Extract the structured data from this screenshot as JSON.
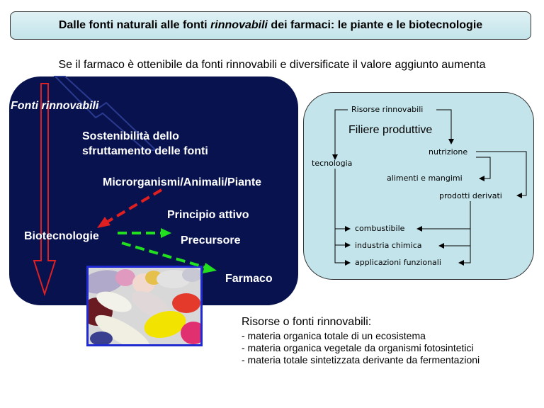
{
  "title": {
    "part1": "Dalle fonti naturali alle fonti ",
    "italic": "rinnovabili",
    "part2": " dei farmaci: le piante e le biotecnologie"
  },
  "subtitle": "Se il farmaco è ottenibile da fonti rinnovabili e diversificate il valore aggiunto aumenta",
  "left_panel": {
    "fonti": "Fonti rinnovabili",
    "sostenibilita_1": "Sostenibilità dello",
    "sostenibilita_2": "sfruttamento delle fonti",
    "microrganismi": "Microrganismi/Animali/Piante",
    "principio": "Principio attivo",
    "biotecnologie": "Biotecnologie",
    "precursore": "Precursore",
    "farmaco": "Farmaco"
  },
  "flow_diagram": {
    "risorse": "Risorse rinnovabili",
    "filiere": "Filiere produttive",
    "nutrizione": "nutrizione",
    "tecnologia": "tecnologia",
    "alimenti": "alimenti e mangimi",
    "prodotti": "prodotti derivati",
    "combustibile": "combustibile",
    "industria": "industria chimica",
    "applicazioni": "applicazioni funzionali"
  },
  "info": {
    "title": "Risorse o fonti rinnovabili:",
    "lines": [
      "- materia organica totale di un ecosistema",
      "- materia organica vegetale da organismi fotosintetici",
      "- materia totale sintetizzata derivante da fermentazioni"
    ]
  },
  "colors": {
    "panel_blue": "#07124f",
    "panel_cyan": "#c3e4ea",
    "arrow_red": "#e02020",
    "arrow_green": "#22e01e"
  }
}
